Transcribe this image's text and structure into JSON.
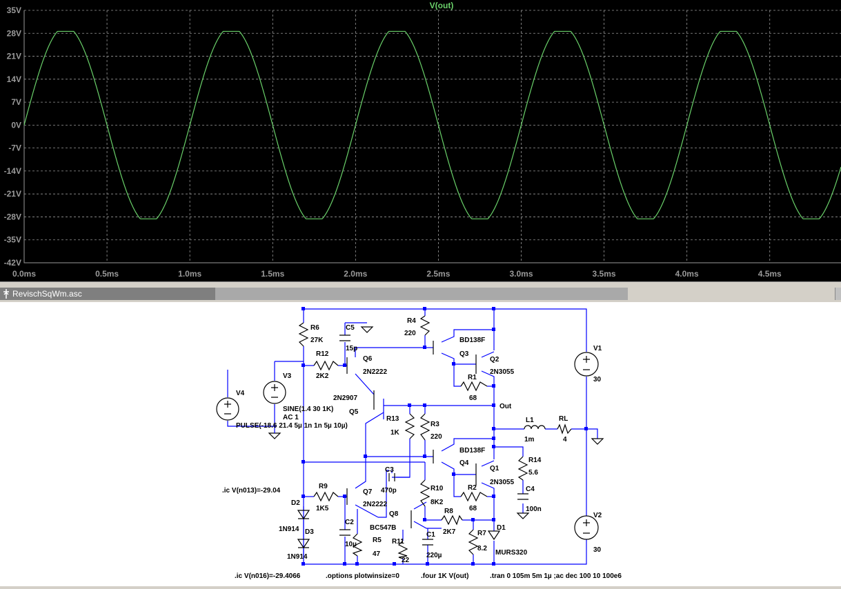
{
  "plot": {
    "trace_name": "V(out)",
    "trace_color": "#6ad16a",
    "background": "#000000",
    "grid_color": "#9a9a9a",
    "y_ticks": [
      "35V",
      "28V",
      "21V",
      "14V",
      "7V",
      "0V",
      "-7V",
      "-14V",
      "-21V",
      "-28V",
      "-35V",
      "-42V"
    ],
    "x_ticks": [
      "0.0ms",
      "0.5ms",
      "1.0ms",
      "1.5ms",
      "2.0ms",
      "2.5ms",
      "3.0ms",
      "3.5ms",
      "4.0ms",
      "4.5ms"
    ]
  },
  "chart_data": {
    "type": "line",
    "title": "V(out)",
    "xlabel": "",
    "ylabel": "",
    "xlim": [
      0,
      4.93
    ],
    "ylim": [
      -42,
      35
    ],
    "x_unit": "ms",
    "y_unit": "V",
    "grid": true,
    "series": [
      {
        "name": "V(out)",
        "amplitude": 30,
        "frequency_khz": 1,
        "clip_level": 28.6,
        "color": "#6ad16a"
      }
    ]
  },
  "tab": {
    "label": "RevischSqWm.asc"
  },
  "schematic": {
    "labels": {
      "R6": "R6",
      "R6v": "27K",
      "C5": "C5",
      "C5v": "15p",
      "R4": "R4",
      "R4v": "220",
      "BD138F_top": "BD138F",
      "Q3": "Q3",
      "Q2": "Q2",
      "V1": "V1",
      "V1v": "30",
      "R12": "R12",
      "R12v": "2K2",
      "Q6": "Q6",
      "V3": "V3",
      "V4": "V4",
      "N2222_q6": "2N2222",
      "R1": "R1",
      "N3055_q2": "2N3055",
      "R1v": "68",
      "N2907": "2N2907",
      "Q5": "Q5",
      "Out": "Out",
      "SINE": "SINE(1.4 30 1K)",
      "AC": "AC 1",
      "PULSE": "PULSE(-18.6 21.4 5µ 1n 1n 5µ 10µ)",
      "R13": "R13",
      "R13v": "1K",
      "R3": "R3",
      "R3v": "220",
      "L1": "L1",
      "L1v": "1m",
      "RL": "RL",
      "RLv": "4",
      "BD138F_bot": "BD138F",
      "R14": "R14",
      "Q4": "Q4",
      "Q1": "Q1",
      "R14v": "5.6",
      "N3055_q1": "2N3055",
      "C3": "C3",
      "ic1": ".ic V(n013)=-29.04",
      "R9": "R9",
      "Q7": "Q7",
      "C3v": "470p",
      "R10": "R10",
      "R2": "R2",
      "C4": "C4",
      "D2": "D2",
      "R9v": "1K5",
      "N2222_q7": "2N2222",
      "R10v": "8K2",
      "R2v": "68",
      "C4v": "100n",
      "Q8": "Q8",
      "R8": "R8",
      "V2": "V2",
      "C2": "C2",
      "BC547B": "BC547B",
      "N914_a": "1N914",
      "D3": "D3",
      "R8v": "2K7",
      "R7": "R7",
      "D1": "D1",
      "C1": "C1",
      "R5": "R5",
      "R11": "R11",
      "C2v": "10µ",
      "R5v": "47",
      "R7v": "8.2",
      "MURS320": "MURS320",
      "V2v": "30",
      "C1v": "220µ",
      "N914_b": "1N914",
      "R11v": "22",
      "ic2": ".ic V(n016)=-29.4066",
      "options": ".options plotwinsize=0",
      "four": ".four 1K V(out)",
      "tran": ".tran 0 105m 5m 1µ ;ac dec 100 10 100e6"
    }
  }
}
